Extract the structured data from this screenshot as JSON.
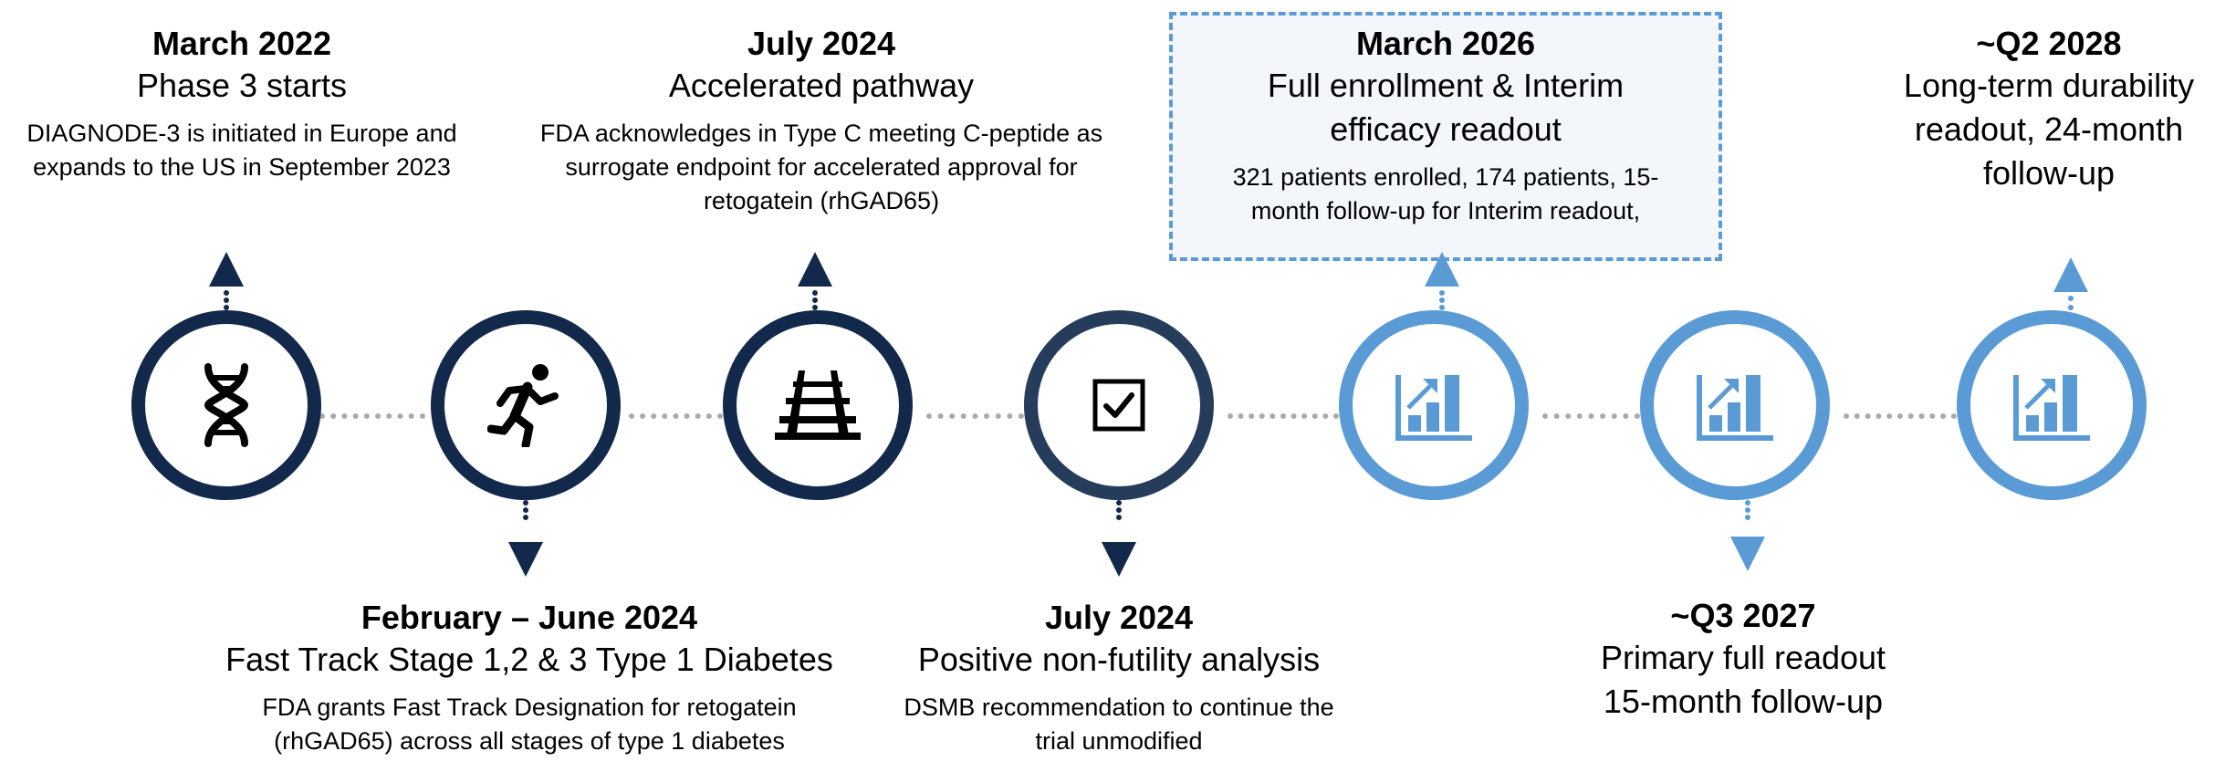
{
  "colors": {
    "dark": "#13294b",
    "light": "#5b9bd5",
    "connector": "#aaaaaa"
  },
  "milestones": [
    {
      "date": "March 2022",
      "title": "Phase 3 starts",
      "desc": "DIAGNODE-3 is initiated in Europe and expands to the US in September 2023",
      "icon": "dna-icon",
      "position": "above",
      "style": "dark"
    },
    {
      "date": "February – June 2024",
      "title": "Fast Track Stage 1,2 & 3 Type 1 Diabetes",
      "desc": "FDA grants Fast Track Designation for retogatein (rhGAD65) across all stages of type 1 diabetes",
      "icon": "running-person-icon",
      "position": "below",
      "style": "dark"
    },
    {
      "date": "July 2024",
      "title": "Accelerated pathway",
      "desc": "FDA acknowledges in Type C meeting C-peptide as surrogate endpoint for accelerated approval for retogatein (rhGAD65)",
      "icon": "railway-track-icon",
      "position": "above",
      "style": "dark"
    },
    {
      "date": "July 2024",
      "title": "Positive non-futility analysis",
      "desc": "DSMB recommendation to continue the trial unmodified",
      "icon": "checkbox-icon",
      "position": "below",
      "style": "dark"
    },
    {
      "date": "March 2026",
      "title": "Full enrollment & Interim efficacy readout",
      "desc": "321 patients enrolled, 174 patients, 15-month follow-up for Interim readout,",
      "icon": "growth-chart-icon",
      "position": "above",
      "style": "light",
      "highlighted": true
    },
    {
      "date": "~Q3 2027",
      "title": "Primary full readout 15-month follow-up",
      "desc": "",
      "icon": "growth-chart-icon",
      "position": "below",
      "style": "light"
    },
    {
      "date": "~Q2 2028",
      "title": "Long-term durability readout, 24-month follow-up",
      "desc": "",
      "icon": "growth-chart-icon",
      "position": "above",
      "style": "light"
    }
  ]
}
